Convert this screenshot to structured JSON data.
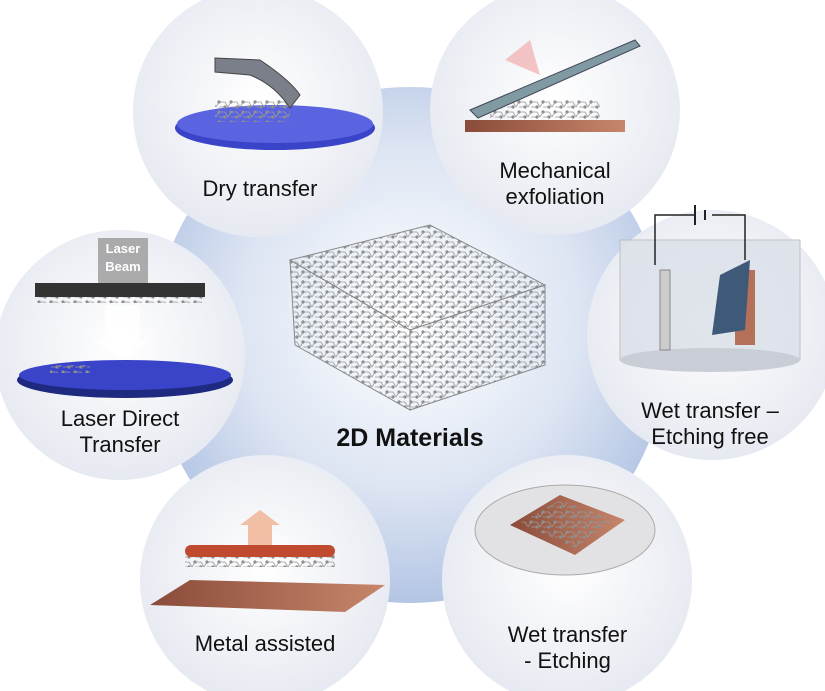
{
  "title": "2D Materials",
  "methods": [
    {
      "id": "dry",
      "label": "Dry transfer"
    },
    {
      "id": "mech",
      "label": "Mechanical exfoliation",
      "lines": [
        "Mechanical",
        "exfoliation"
      ]
    },
    {
      "id": "wetfree",
      "label": "Wet transfer – Etching free",
      "lines": [
        "Wet transfer –",
        "Etching free"
      ]
    },
    {
      "id": "wetetch",
      "label": "Wet transfer - Etching",
      "lines": [
        "Wet transfer",
        "- Etching"
      ]
    },
    {
      "id": "metal",
      "label": "Metal assisted"
    },
    {
      "id": "laser",
      "label": "Laser Direct Transfer",
      "lines": [
        "Laser Direct",
        "Transfer"
      ],
      "beam": [
        "Laser",
        "Beam"
      ]
    }
  ],
  "colors": {
    "center": "#b8c9e6",
    "bubble": "#eef0f6",
    "substrate_blue": "#3a44c8",
    "copper": "#b5705a",
    "lattice": "#8a8a8a"
  }
}
